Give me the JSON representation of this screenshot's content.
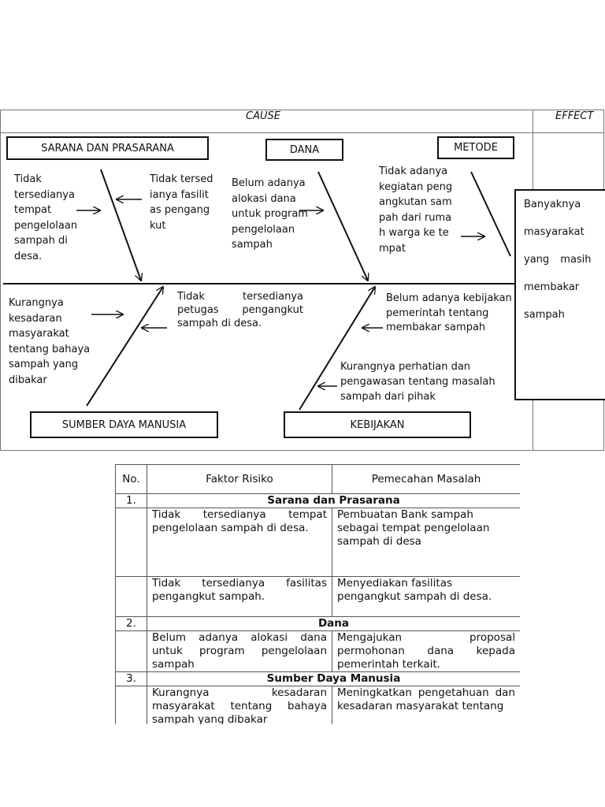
{
  "diagram": {
    "header": {
      "cause": "CAUSE",
      "effect": "EFFECT"
    },
    "categories": {
      "sarana": "SARANA DAN PRASARANA",
      "dana": "DANA",
      "metode": "METODE",
      "sdm": "SUMBER DAYA MANUSIA",
      "kebijakan": "KEBIJAKAN"
    },
    "causes": {
      "sarana_tempat": "Tidak tersedianya tempat pengelolaan sampah di desa.",
      "sarana_fasilitas": "Tidak tersedianya fasilitas pengangkut",
      "dana_alokasi": "Belum adanya alokasi dana untuk program pengelolaan sampah",
      "metode_kegiatan": "Tidak adanya kegiatan pengangkutan sampah dari rumah warga ke tempat",
      "sdm_kesadaran": "Kurangnya kesadaran masyarakat tentang bahaya sampah yang dibakar",
      "sdm_petugas": "Tidak tersedianya petugas pengangkut sampah di desa.",
      "kebijakan_pemerintah": "Belum adanya kebijakan pemerintah tentang membakar sampah",
      "kebijakan_perhatian": "Kurangnya perhatian dan pengawasan tentang masalah sampah dari pihak"
    },
    "effect": [
      "Banyaknya",
      "masyarakat",
      "yang masih",
      "membakar",
      "sampah"
    ]
  },
  "table": {
    "headers": {
      "no": "No.",
      "faktor": "Faktor Risiko",
      "pemecahan": "Pemecahan Masalah"
    },
    "sections": [
      {
        "no": "1.",
        "title": "Sarana dan Prasarana",
        "rows": [
          {
            "faktor": "Tidak tersedianya tempat pengelolaan sampah di desa.",
            "pemecahan": "Pembuatan Bank sampah sebagai tempat pengelolaan sampah di desa"
          },
          {
            "faktor": "Tidak tersedianya fasilitas pengangkut sampah.",
            "pemecahan": "Menyediakan fasilitas pengangkut sampah di desa."
          }
        ]
      },
      {
        "no": "2.",
        "title": "Dana",
        "rows": [
          {
            "faktor": "Belum adanya alokasi dana untuk program pengelolaan sampah",
            "pemecahan": "Mengajukan proposal permohonan dana kepada pemerintah terkait."
          }
        ]
      },
      {
        "no": "3.",
        "title": "Sumber Daya Manusia",
        "rows": [
          {
            "faktor": "Kurangnya kesadaran masyarakat tentang bahaya sampah yang dibakar",
            "pemecahan": "Meningkatkan pengetahuan dan kesadaran masyarakat tentang"
          }
        ]
      }
    ]
  }
}
